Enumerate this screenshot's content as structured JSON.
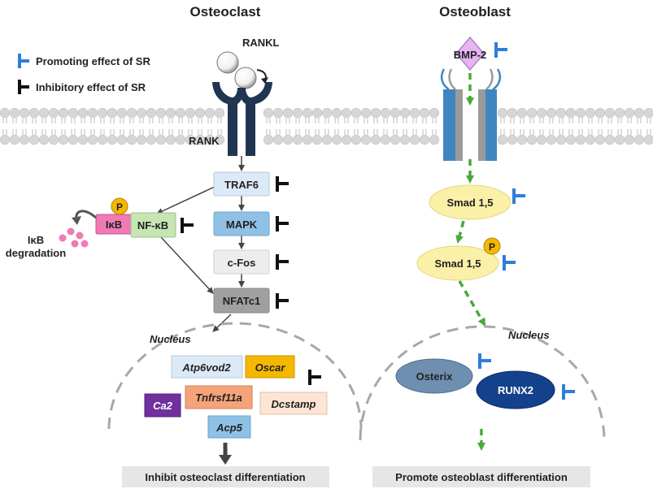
{
  "titles": {
    "left": "Osteoclast",
    "right": "Osteoblast"
  },
  "legend": {
    "promoting": "Promoting effect of SR",
    "inhibitory": "Inhibitory effect of SR",
    "promoting_color": "#2f7ed8",
    "inhibitory_color": "#111111"
  },
  "osteoclast": {
    "ligand": "RANKL",
    "receptor": "RANK",
    "traf6": "TRAF6",
    "mapk": "MAPK",
    "cfos": "c-Fos",
    "nfatc1": "NFATc1",
    "nfkb": "NF-κB",
    "ikb": "IκB",
    "phospho": "P",
    "degradation_line1": "IκB",
    "degradation_line2": "degradation",
    "nucleus": "Nucleus",
    "genes": {
      "atp6vod2": "Atp6vod2",
      "oscar": "Oscar",
      "ca2": "Ca2",
      "tnfrsf11a": "Tnfrsf11a",
      "dcstamp": "Dcstamp",
      "acp5": "Acp5"
    },
    "outcome": "Inhibit osteoclast differentiation"
  },
  "osteoblast": {
    "ligand": "BMP-2",
    "smad1": "Smad 1,5",
    "smad2": "Smad 1,5",
    "phospho": "P",
    "nucleus": "Nucleus",
    "osterix": "Osterix",
    "runx2": "RUNX2",
    "outcome": "Promote osteoblast differentiation"
  },
  "colors": {
    "membrane_head": "#d6d6d6",
    "traf6": "#dceaf7",
    "mapk": "#8fc0e6",
    "cfos": "#ededed",
    "nfatc1": "#a0a0a0",
    "nfkb": "#c6e5b3",
    "ikb": "#f07ab4",
    "phospho": "#f5b800",
    "atp6vod2": "#dceaf7",
    "oscar": "#f5b800",
    "ca2": "#7030a0",
    "tnfrsf11a": "#f5a37a",
    "dcstamp": "#fde4d4",
    "acp5": "#8fc0e6",
    "smad": "#fbf0a8",
    "osterix": "#6f8fb0",
    "runx2": "#14418c",
    "bmp": "#e7b6f2",
    "receptor_blue": "#3f86c0",
    "receptor_gray": "#9a9a9a",
    "rank_dark": "#1f3552",
    "arrow_green": "#4aa83a"
  }
}
